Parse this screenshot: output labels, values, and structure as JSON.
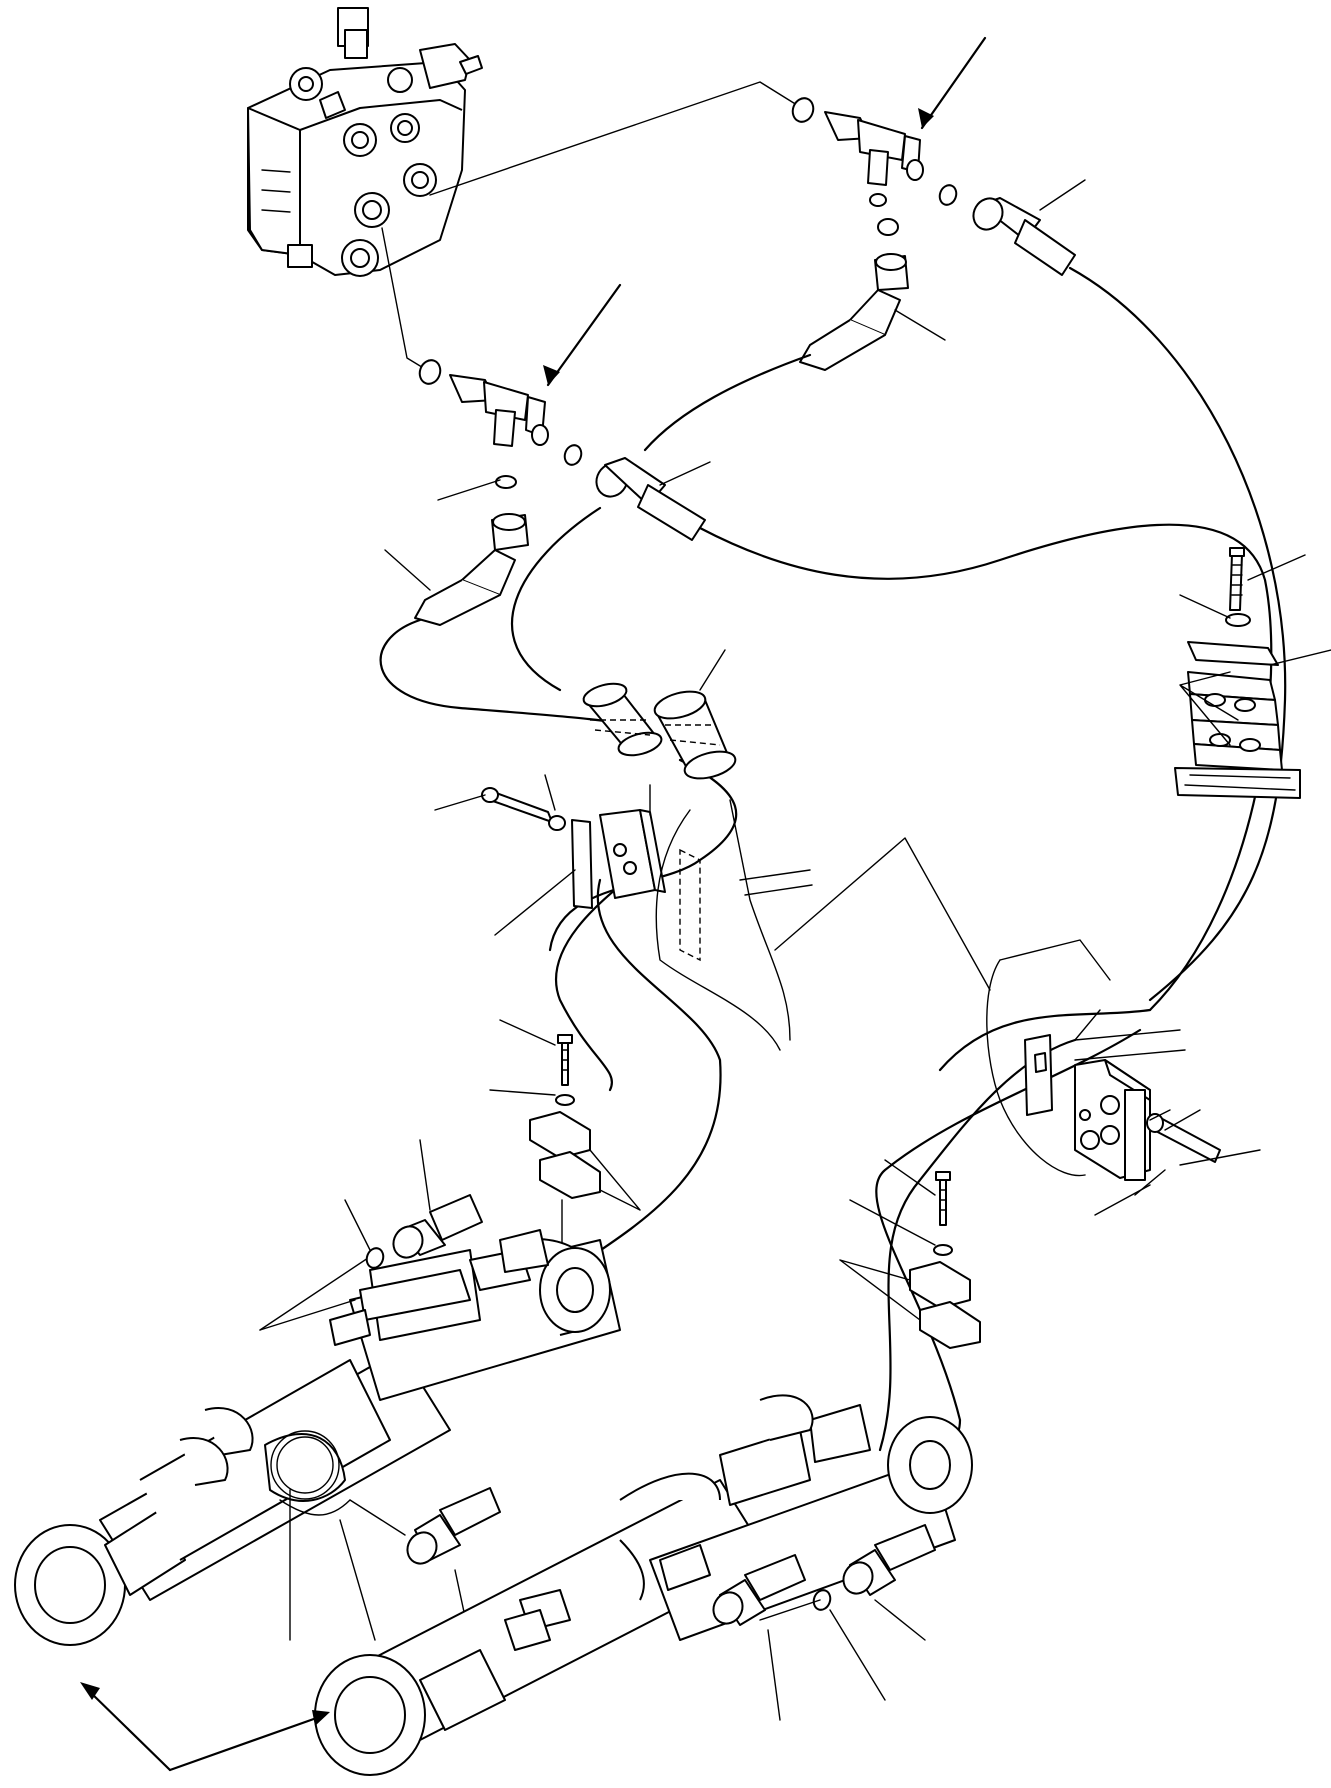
{
  "diagram": {
    "style": "line-art exploded hydraulic parts diagram",
    "colors": {
      "stroke": "#000000",
      "background": "#ffffff"
    },
    "components": [
      "control-valve",
      "tee-fitting-upper",
      "tee-fitting-lower",
      "hose-assemblies",
      "protective-sleeves",
      "hose-clamp-assemblies",
      "hydraulic-cylinder-left",
      "hydraulic-cylinder-right"
    ]
  }
}
